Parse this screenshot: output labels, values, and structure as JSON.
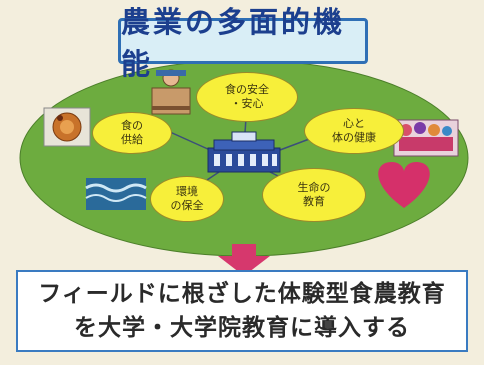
{
  "title": "農業の多面的機能",
  "nodes": {
    "food_safety": "食の安全\n・安心",
    "food_supply": "食の\n供給",
    "mind_body_health": "心と\n体の健康",
    "environment_conservation": "環境\nの保全",
    "life_education": "生命の\n教育"
  },
  "bottom": {
    "line1": "フィールドに根ざした体験型食農教育",
    "line2": "を大学・大学院教育に導入する"
  },
  "colors": {
    "ellipse": "#6dac3f",
    "bubble": "#f7ef3a",
    "arrow": "#d6386d",
    "title_border": "#2f6fb5",
    "bottom_border": "#3a7bc1"
  },
  "icons": [
    "person-at-desk-icon",
    "bread-plate-icon",
    "family-group-icon",
    "water-waves-icon",
    "heart-icon",
    "university-building-icon"
  ]
}
